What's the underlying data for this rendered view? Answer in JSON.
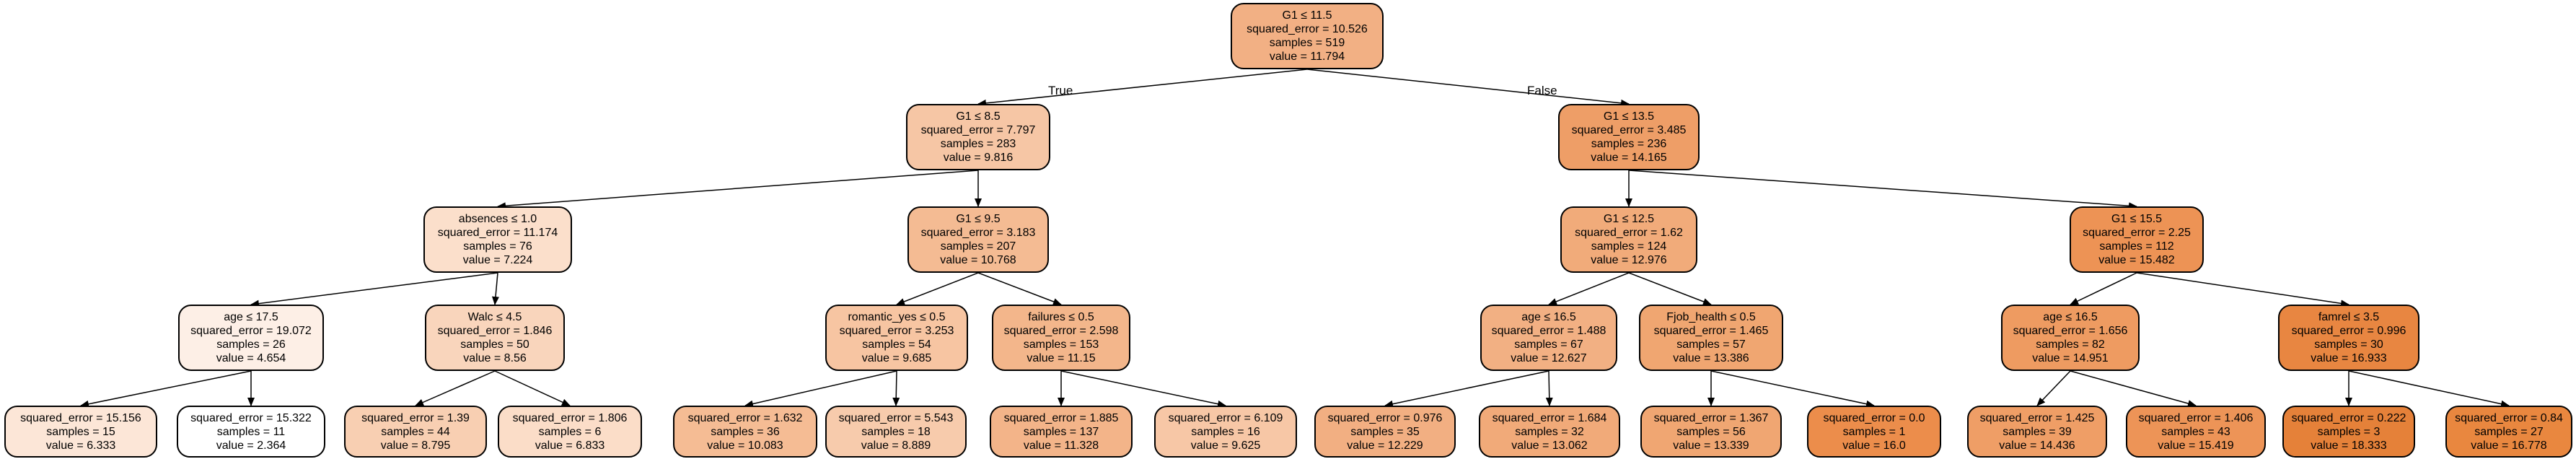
{
  "tree": {
    "edge_labels": {
      "true": "True",
      "false": "False"
    },
    "nodes": [
      {
        "id": "n0",
        "parent": null,
        "color": "#f2b084",
        "lines": [
          "G1 ≤ 11.5",
          "squared_error = 10.526",
          "samples = 519",
          "value = 11.794"
        ]
      },
      {
        "id": "n1",
        "parent": "n0",
        "color": "#f6c6a5",
        "lines": [
          "G1 ≤ 8.5",
          "squared_error = 7.797",
          "samples = 283",
          "value = 9.816"
        ]
      },
      {
        "id": "n2",
        "parent": "n1",
        "color": "#fbdfcb",
        "lines": [
          "absences ≤ 1.0",
          "squared_error = 11.174",
          "samples = 76",
          "value = 7.224"
        ]
      },
      {
        "id": "n3",
        "parent": "n2",
        "color": "#fdefe6",
        "lines": [
          "age ≤ 17.5",
          "squared_error = 19.072",
          "samples = 26",
          "value = 4.654"
        ]
      },
      {
        "id": "n4",
        "parent": "n3",
        "color": "#fce6d7",
        "lines": [
          "squared_error = 15.156",
          "samples = 15",
          "value = 6.333"
        ]
      },
      {
        "id": "n5",
        "parent": "n3",
        "color": "#ffffff",
        "lines": [
          "squared_error = 15.322",
          "samples = 11",
          "value = 2.364"
        ]
      },
      {
        "id": "n6",
        "parent": "n2",
        "color": "#f9d5bc",
        "lines": [
          "Walc ≤ 4.5",
          "squared_error = 1.846",
          "samples = 50",
          "value = 8.56"
        ]
      },
      {
        "id": "n7",
        "parent": "n6",
        "color": "#f8cfb2",
        "lines": [
          "squared_error = 1.39",
          "samples = 44",
          "value = 8.795"
        ]
      },
      {
        "id": "n8",
        "parent": "n6",
        "color": "#fbddc8",
        "lines": [
          "squared_error = 1.806",
          "samples = 6",
          "value = 6.833"
        ]
      },
      {
        "id": "n9",
        "parent": "n1",
        "color": "#f4bb93",
        "lines": [
          "G1 ≤ 9.5",
          "squared_error = 3.183",
          "samples = 207",
          "value = 10.768"
        ]
      },
      {
        "id": "n10",
        "parent": "n9",
        "color": "#f7c5a2",
        "lines": [
          "romantic_yes ≤ 0.5",
          "squared_error = 3.253",
          "samples = 54",
          "value = 9.685"
        ]
      },
      {
        "id": "n11",
        "parent": "n10",
        "color": "#f5bc94",
        "lines": [
          "squared_error = 1.632",
          "samples = 36",
          "value = 10.083"
        ]
      },
      {
        "id": "n12",
        "parent": "n10",
        "color": "#f7cbac",
        "lines": [
          "squared_error = 5.543",
          "samples = 18",
          "value = 8.889"
        ]
      },
      {
        "id": "n13",
        "parent": "n9",
        "color": "#f3b68b",
        "lines": [
          "failures ≤ 0.5",
          "squared_error = 2.598",
          "samples = 153",
          "value = 11.15"
        ]
      },
      {
        "id": "n14",
        "parent": "n13",
        "color": "#f3b489",
        "lines": [
          "squared_error = 1.885",
          "samples = 137",
          "value = 11.328"
        ]
      },
      {
        "id": "n15",
        "parent": "n13",
        "color": "#f7c7a6",
        "lines": [
          "squared_error = 6.109",
          "samples = 16",
          "value = 9.625"
        ]
      },
      {
        "id": "n16",
        "parent": "n0",
        "color": "#ee9e67",
        "lines": [
          "G1 ≤ 13.5",
          "squared_error = 3.485",
          "samples = 236",
          "value = 14.165"
        ]
      },
      {
        "id": "n17",
        "parent": "n16",
        "color": "#f1ab7a",
        "lines": [
          "G1 ≤ 12.5",
          "squared_error = 1.62",
          "samples = 124",
          "value = 12.976"
        ]
      },
      {
        "id": "n18",
        "parent": "n17",
        "color": "#f2b083",
        "lines": [
          "age ≤ 16.5",
          "squared_error = 1.488",
          "samples = 67",
          "value = 12.627"
        ]
      },
      {
        "id": "n19",
        "parent": "n18",
        "color": "#f2af82",
        "lines": [
          "squared_error = 0.976",
          "samples = 35",
          "value = 12.229"
        ]
      },
      {
        "id": "n20",
        "parent": "n18",
        "color": "#f1aa79",
        "lines": [
          "squared_error = 1.684",
          "samples = 32",
          "value = 13.062"
        ]
      },
      {
        "id": "n21",
        "parent": "n17",
        "color": "#f0a671",
        "lines": [
          "Fjob_health ≤ 0.5",
          "squared_error = 1.465",
          "samples = 57",
          "value = 13.386"
        ]
      },
      {
        "id": "n22",
        "parent": "n21",
        "color": "#f0a672",
        "lines": [
          "squared_error = 1.367",
          "samples = 56",
          "value = 13.339"
        ]
      },
      {
        "id": "n23",
        "parent": "n21",
        "color": "#ec8d4b",
        "lines": [
          "squared_error = 0.0",
          "samples = 1",
          "value = 16.0"
        ]
      },
      {
        "id": "n24",
        "parent": "n16",
        "color": "#ed9355",
        "lines": [
          "G1 ≤ 15.5",
          "squared_error = 2.25",
          "samples = 112",
          "value = 15.482"
        ]
      },
      {
        "id": "n25",
        "parent": "n24",
        "color": "#ee9b61",
        "lines": [
          "age ≤ 16.5",
          "squared_error = 1.656",
          "samples = 82",
          "value = 14.951"
        ]
      },
      {
        "id": "n26",
        "parent": "n25",
        "color": "#ef9e66",
        "lines": [
          "squared_error = 1.425",
          "samples = 39",
          "value = 14.436"
        ]
      },
      {
        "id": "n27",
        "parent": "n25",
        "color": "#ed9457",
        "lines": [
          "squared_error = 1.406",
          "samples = 43",
          "value = 15.419"
        ]
      },
      {
        "id": "n28",
        "parent": "n24",
        "color": "#e88641",
        "lines": [
          "famrel ≤ 3.5",
          "squared_error = 0.996",
          "samples = 30",
          "value = 16.933"
        ]
      },
      {
        "id": "n29",
        "parent": "n28",
        "color": "#e58139",
        "lines": [
          "squared_error = 0.222",
          "samples = 3",
          "value = 18.333"
        ]
      },
      {
        "id": "n30",
        "parent": "n28",
        "color": "#e9873f",
        "lines": [
          "squared_error = 0.84",
          "samples = 27",
          "value = 16.778"
        ]
      }
    ]
  }
}
